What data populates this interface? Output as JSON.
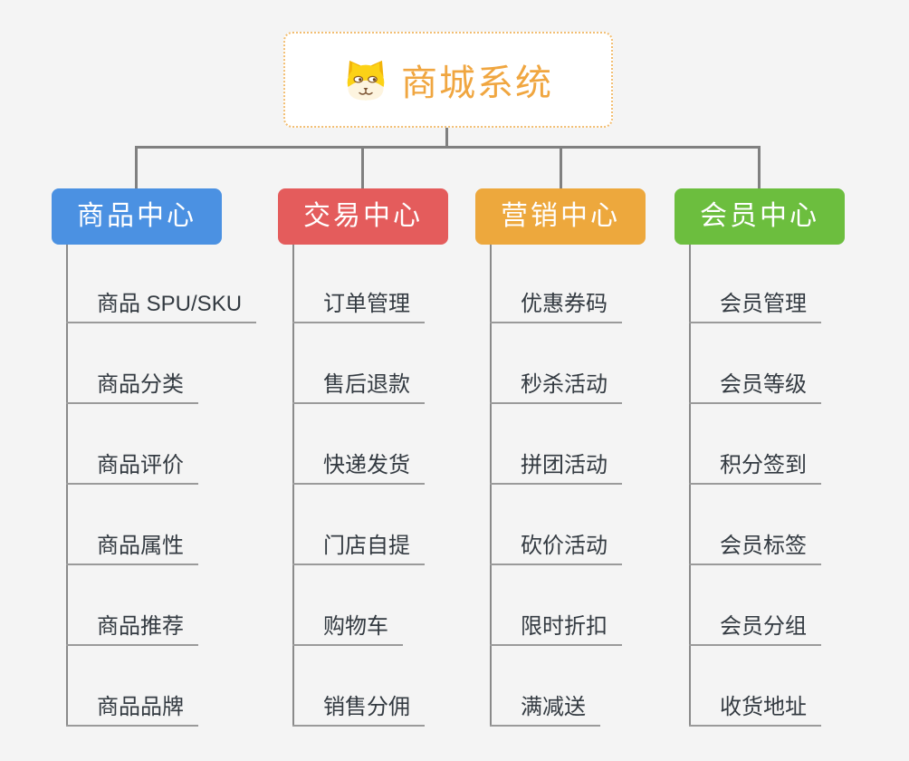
{
  "root": {
    "title": "商城系统",
    "icon": "shiba-dog-icon",
    "text_color": "#F0A640",
    "border_color": "#F2BE72"
  },
  "branches": [
    {
      "label": "商品中心",
      "color": "#4B91E2",
      "items": [
        "商品 SPU/SKU",
        "商品分类",
        "商品评价",
        "商品属性",
        "商品推荐",
        "商品品牌"
      ]
    },
    {
      "label": "交易中心",
      "color": "#E45C5C",
      "items": [
        "订单管理",
        "售后退款",
        "快递发货",
        "门店自提",
        "购物车",
        "销售分佣"
      ]
    },
    {
      "label": "营销中心",
      "color": "#EDA83D",
      "items": [
        "优惠券码",
        "秒杀活动",
        "拼团活动",
        "砍价活动",
        "限时折扣",
        "满减送"
      ]
    },
    {
      "label": "会员中心",
      "color": "#6CBE3E",
      "items": [
        "会员管理",
        "会员等级",
        "积分签到",
        "会员标签",
        "会员分组",
        "收货地址"
      ]
    }
  ],
  "colors": {
    "background": "#F4F4F4",
    "connector": "#808080",
    "leaf_line": "#9A9A9A",
    "leaf_text": "#333A41",
    "node_text": "#FFFFFF"
  }
}
